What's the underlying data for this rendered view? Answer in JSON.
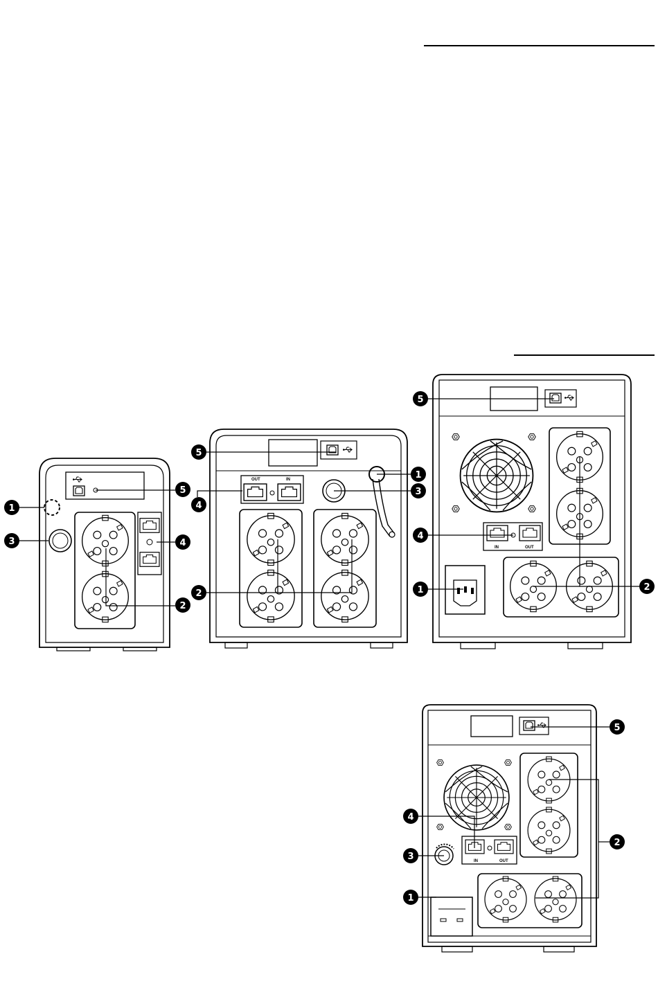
{
  "units": {
    "small": {
      "callouts": {
        "c1": "1",
        "c2": "2",
        "c3": "3",
        "c4": "4",
        "c5": "5"
      }
    },
    "medium": {
      "labels": {
        "out": "OUT",
        "in": "IN"
      },
      "callouts": {
        "c1": "1",
        "c2": "2",
        "c3": "3",
        "c4": "4",
        "c5": "5"
      }
    },
    "large": {
      "labels": {
        "in": "IN",
        "out": "OUT"
      },
      "callouts": {
        "c1": "1",
        "c2": "2",
        "c4": "4",
        "c5": "5"
      }
    },
    "bottom": {
      "labels": {
        "in": "IN",
        "out": "OUT"
      },
      "callouts": {
        "c1": "1",
        "c2": "2",
        "c3": "3",
        "c4": "4",
        "c5": "5"
      }
    }
  },
  "colors": {
    "line": "#000000",
    "badge_fill": "#000000",
    "badge_text": "#ffffff",
    "background": "#ffffff"
  }
}
